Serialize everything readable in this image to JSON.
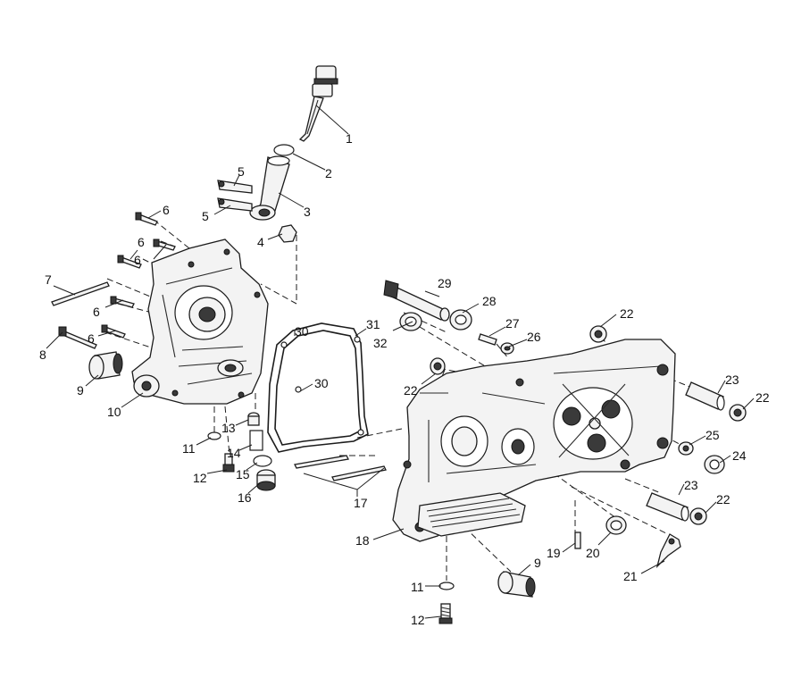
{
  "callouts": [
    {
      "id": "c1",
      "text": "1"
    },
    {
      "id": "c2",
      "text": "2"
    },
    {
      "id": "c3",
      "text": "3"
    },
    {
      "id": "c4",
      "text": "4"
    },
    {
      "id": "c5a",
      "text": "5"
    },
    {
      "id": "c5b",
      "text": "5"
    },
    {
      "id": "c6a",
      "text": "6"
    },
    {
      "id": "c6b",
      "text": "6"
    },
    {
      "id": "c6c",
      "text": "6"
    },
    {
      "id": "c6d",
      "text": "6"
    },
    {
      "id": "c6e",
      "text": "6"
    },
    {
      "id": "c7",
      "text": "7"
    },
    {
      "id": "c8",
      "text": "8"
    },
    {
      "id": "c9a",
      "text": "9"
    },
    {
      "id": "c9b",
      "text": "9"
    },
    {
      "id": "c10",
      "text": "10"
    },
    {
      "id": "c11a",
      "text": "11"
    },
    {
      "id": "c11b",
      "text": "11"
    },
    {
      "id": "c12a",
      "text": "12"
    },
    {
      "id": "c12b",
      "text": "12"
    },
    {
      "id": "c13",
      "text": "13"
    },
    {
      "id": "c14",
      "text": "14"
    },
    {
      "id": "c15",
      "text": "15"
    },
    {
      "id": "c16",
      "text": "16"
    },
    {
      "id": "c17",
      "text": "17"
    },
    {
      "id": "c18",
      "text": "18"
    },
    {
      "id": "c19",
      "text": "19"
    },
    {
      "id": "c20",
      "text": "20"
    },
    {
      "id": "c21",
      "text": "21"
    },
    {
      "id": "c22a",
      "text": "22"
    },
    {
      "id": "c22b",
      "text": "22"
    },
    {
      "id": "c22c",
      "text": "22"
    },
    {
      "id": "c22d",
      "text": "22"
    },
    {
      "id": "c23a",
      "text": "23"
    },
    {
      "id": "c23b",
      "text": "23"
    },
    {
      "id": "c24",
      "text": "24"
    },
    {
      "id": "c25",
      "text": "25"
    },
    {
      "id": "c26",
      "text": "26"
    },
    {
      "id": "c27",
      "text": "27"
    },
    {
      "id": "c28",
      "text": "28"
    },
    {
      "id": "c29",
      "text": "29"
    },
    {
      "id": "c30a",
      "text": "30"
    },
    {
      "id": "c30b",
      "text": "30"
    },
    {
      "id": "c31",
      "text": "31"
    },
    {
      "id": "c32",
      "text": "32"
    }
  ]
}
